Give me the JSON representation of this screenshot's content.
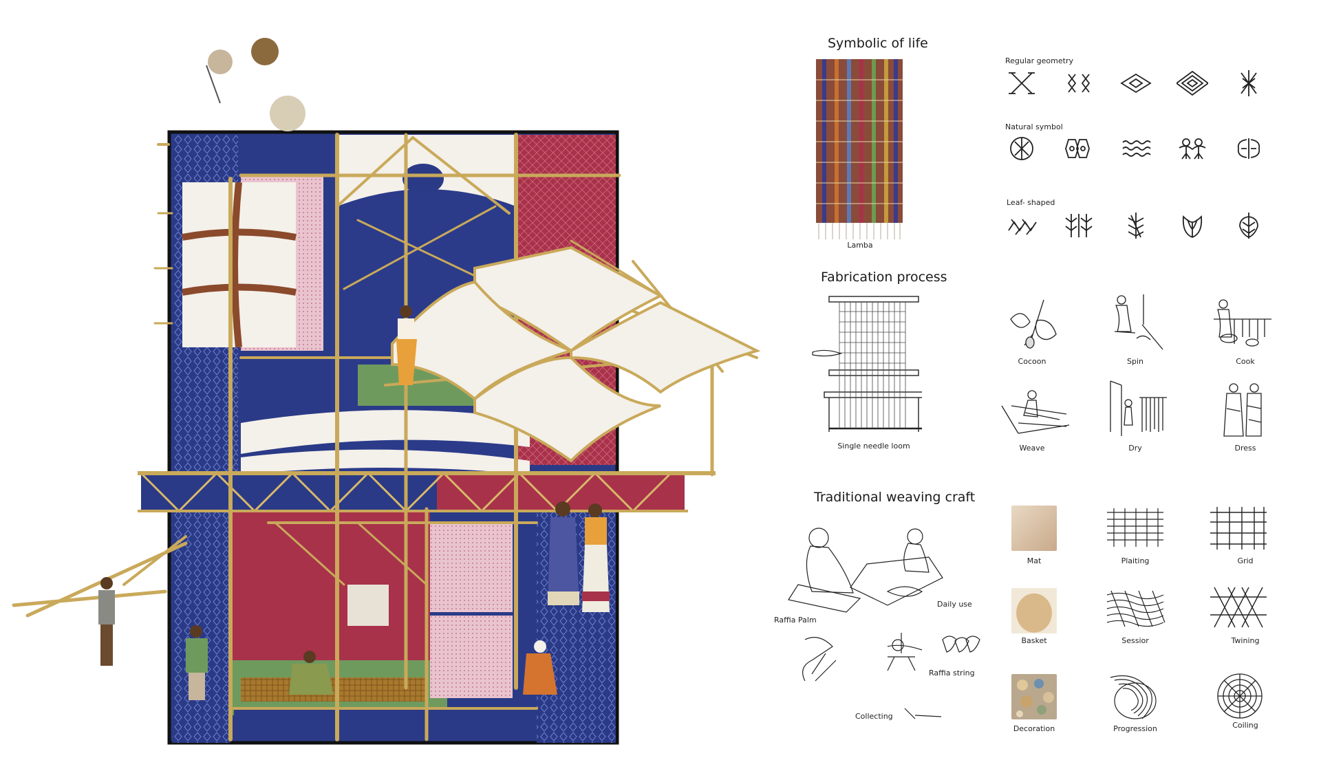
{
  "sections": {
    "symbolic_title": "Symbolic of life",
    "fabrication_title": "Fabrication process",
    "weaving_title": "Traditional weaving craft"
  },
  "symbolic": {
    "lamba_caption": "Lamba",
    "categories": [
      {
        "label": "Regular geometry"
      },
      {
        "label": "Natural symbol"
      },
      {
        "label": "Leaf- shaped"
      }
    ]
  },
  "fabrication": {
    "loom_caption": "Single needle loom",
    "steps": [
      {
        "label": "Cocoon",
        "icon": "cocoon-icon"
      },
      {
        "label": "Spin",
        "icon": "spin-icon"
      },
      {
        "label": "Cook",
        "icon": "cook-icon"
      },
      {
        "label": "Weave",
        "icon": "weave-icon"
      },
      {
        "label": "Dry",
        "icon": "dry-icon"
      },
      {
        "label": "Dress",
        "icon": "dress-icon"
      }
    ]
  },
  "weaving": {
    "scene_labels": {
      "raffia_palm": "Raffia Palm",
      "daily_use": "Daily use",
      "raffia_string": "Raffia string",
      "collecting": "Collecting"
    },
    "types": [
      {
        "label": "Mat"
      },
      {
        "label": "Plaiting"
      },
      {
        "label": "Grid"
      },
      {
        "label": "Basket"
      },
      {
        "label": "Sessior"
      },
      {
        "label": "Twining"
      },
      {
        "label": "Decoration"
      },
      {
        "label": "Progression"
      },
      {
        "label": "Coiling"
      }
    ]
  },
  "colors": {
    "navy": "#2a3a86",
    "crimson": "#a8324a",
    "bamboo": "#c9a95a",
    "canvas": "#f4f0ea",
    "moss": "#6f9a5e"
  }
}
